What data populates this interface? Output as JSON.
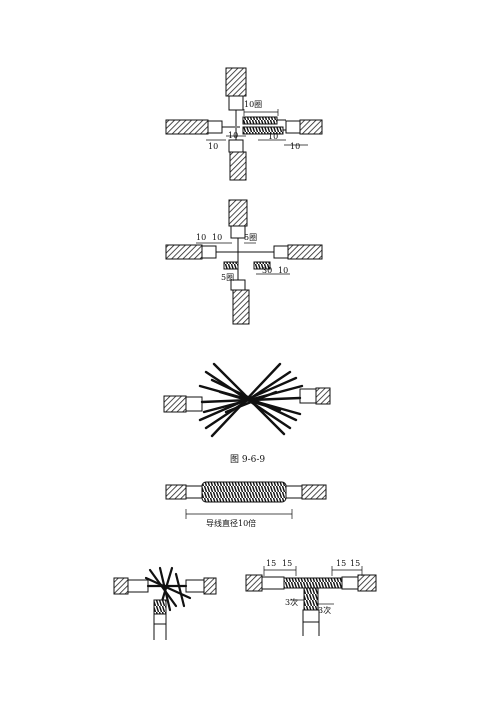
{
  "figure_caption": "图 9-6-9",
  "fig1": {
    "turns_label": "10圈",
    "dims": [
      "10",
      "10",
      "10",
      "10"
    ]
  },
  "fig2": {
    "turns_top": "5圈",
    "turns_left": "5圈",
    "dims_left": [
      "10",
      "10"
    ],
    "dims_right": [
      "30",
      "10"
    ]
  },
  "fig4": {
    "length_label": "导线直径10倍"
  },
  "fig6": {
    "dims_left": [
      "15",
      "15"
    ],
    "dims_right": [
      "15",
      "15"
    ],
    "times_left": "3次",
    "times_right": "3次"
  }
}
